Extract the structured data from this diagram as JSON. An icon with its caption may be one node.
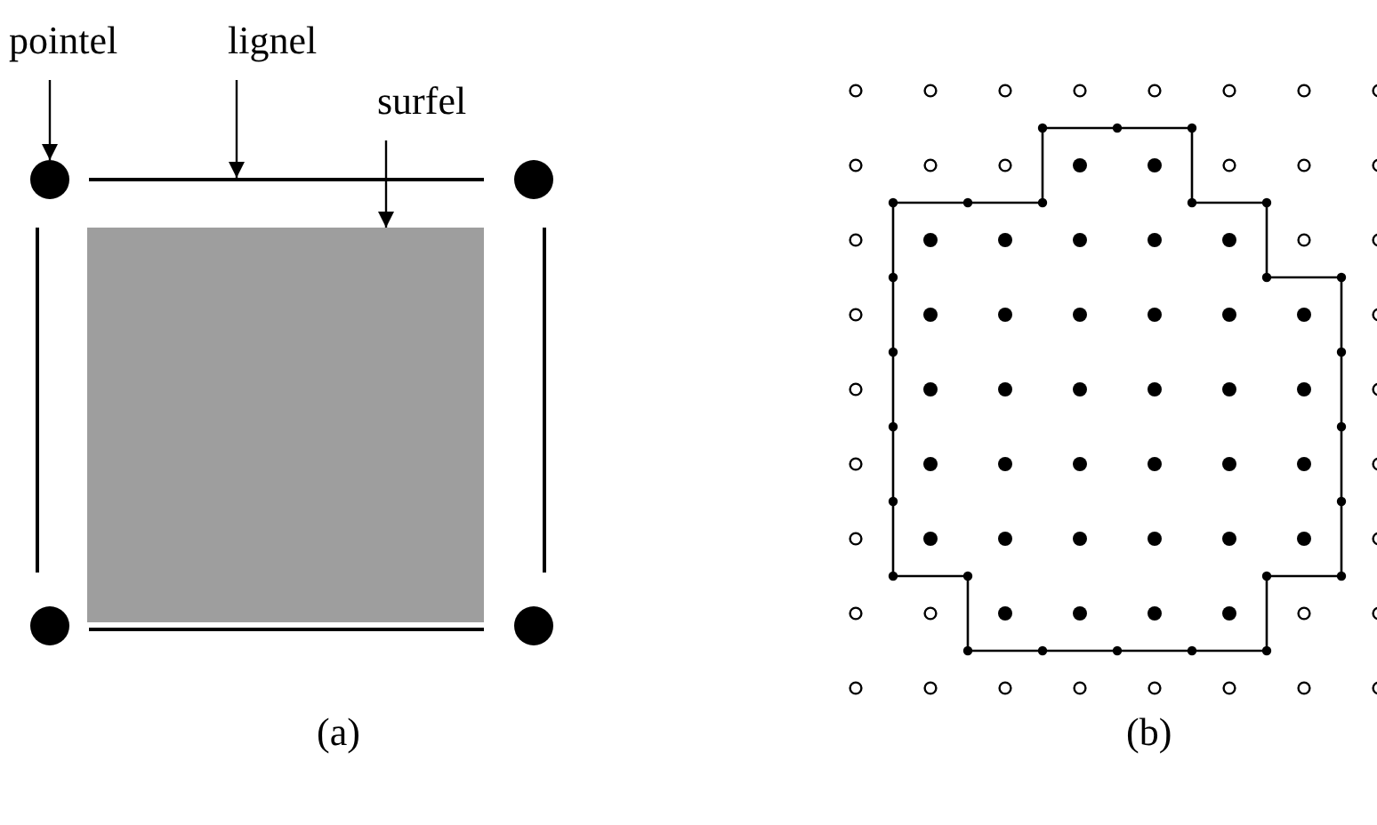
{
  "diagram": {
    "nodes": [
      {
        "text": [
          "pointel"
        ]
      },
      {
        "text": [
          "lignel"
        ]
      },
      {
        "text": [
          "surfel"
        ]
      },
      {
        "text": [],
        "shape": "circle"
      },
      {
        "text": [],
        "shape": "line"
      },
      {
        "text": [],
        "shape": "box"
      },
      {
        "text": [],
        "shape": "circle"
      },
      {
        "text": [],
        "shape": "circle"
      },
      {
        "text": [],
        "shape": "circle"
      },
      {
        "text": [],
        "shape": "line"
      },
      {
        "text": [],
        "shape": "line"
      },
      {
        "text": [],
        "shape": "line"
      }
    ],
    "edges": [
      {
        "from": 0,
        "to": 3,
        "arrow": "to"
      },
      {
        "from": 1,
        "to": 4,
        "arrow": "to"
      },
      {
        "from": 2,
        "to": 5,
        "arrow": "to"
      }
    ],
    "labels": [
      "(a)",
      "(b)"
    ]
  }
}
